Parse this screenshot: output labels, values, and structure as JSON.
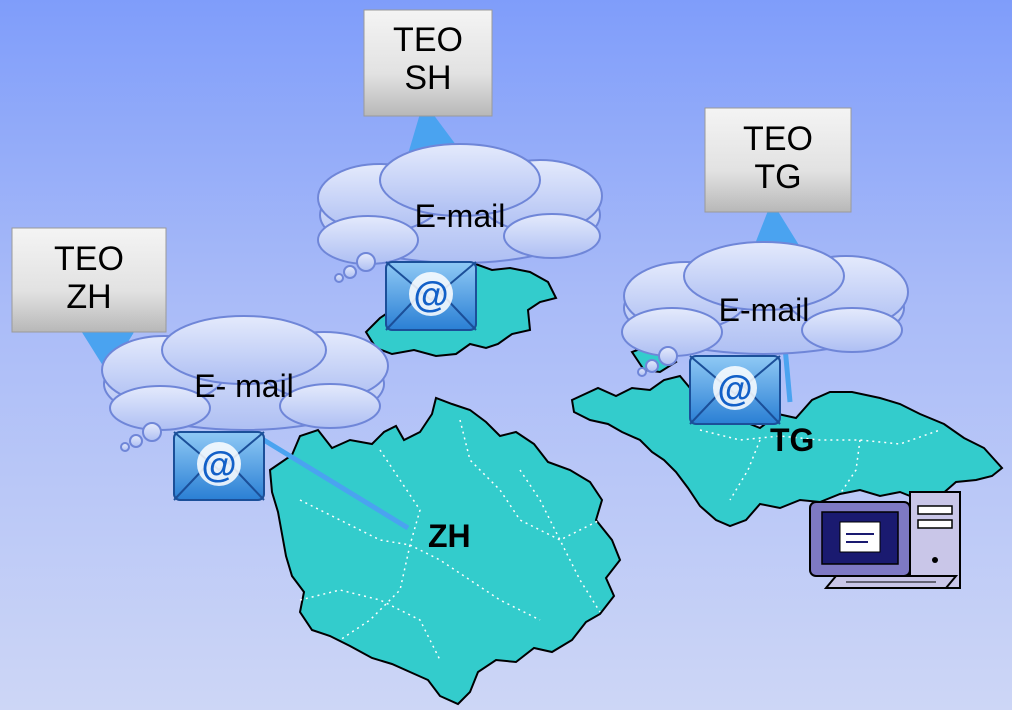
{
  "boxes": [
    {
      "id": "teo-sh",
      "line1": "TEO",
      "line2": "SH"
    },
    {
      "id": "teo-tg",
      "line1": "TEO",
      "line2": "TG"
    },
    {
      "id": "teo-zh",
      "line1": "TEO",
      "line2": "ZH"
    }
  ],
  "clouds": [
    {
      "id": "cloud-sh",
      "label": "E-mail"
    },
    {
      "id": "cloud-tg",
      "label": "E-mail"
    },
    {
      "id": "cloud-zh",
      "label": "E- mail"
    }
  ],
  "regions": {
    "zh": "ZH",
    "tg": "TG"
  },
  "icons": {
    "envelope": "email-envelope-icon",
    "computer": "desktop-computer-icon"
  },
  "colors": {
    "background_top": "#7f9dfa",
    "background_bottom": "#cdd6f6",
    "region_fill": "#33cccc",
    "arrow": "#4aa3f0",
    "cloud_fill": "#c5d2f7"
  }
}
